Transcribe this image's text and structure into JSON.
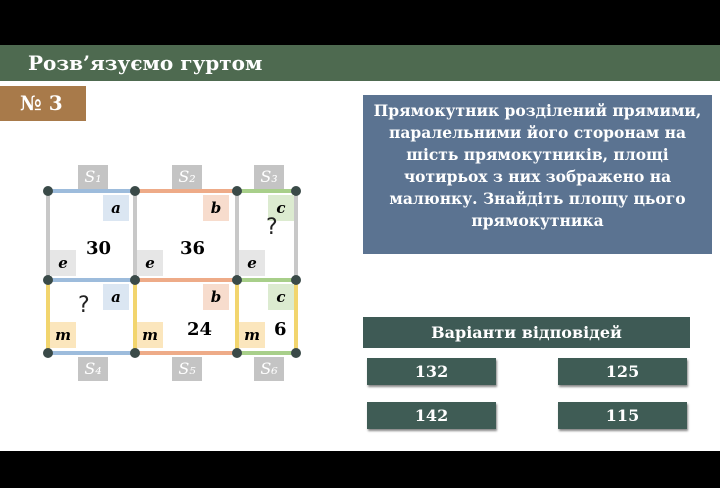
{
  "header": {
    "title": "Розв’язуємо гуртом"
  },
  "badge": "№ 3",
  "task": "Прямокутник розділений прямими, паралельними його сторонам на шість прямокутників, площі чотирьох з них зображено на малюнку. Знайдіть площу цього прямокутника",
  "figure": {
    "s_labels": [
      "S₁",
      "S₂",
      "S₃",
      "S₄",
      "S₅",
      "S₆"
    ],
    "side_labels": {
      "a": "a",
      "b": "b",
      "c": "c",
      "e": "e",
      "m": "m"
    },
    "areas": [
      "30",
      "36",
      "?",
      "?",
      "24",
      "6"
    ]
  },
  "answers": {
    "title": "Варіанти відповідей",
    "options": [
      "132",
      "125",
      "142",
      "115"
    ]
  },
  "colors": {
    "header": "#4e6a50",
    "badge": "#a87a4a",
    "task": "#5b7391",
    "answer": "#3f5c55"
  }
}
